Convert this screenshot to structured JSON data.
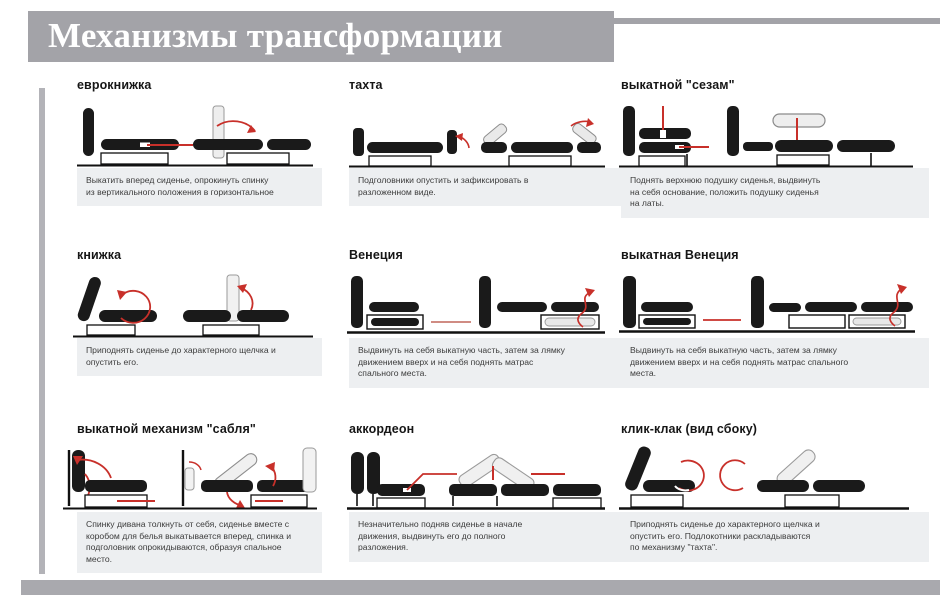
{
  "header": {
    "title": "Механизмы трансформации"
  },
  "colors": {
    "header_bar": "#a3a3a8",
    "rail": "#b3b3b8",
    "caption_bg": "#edeff1",
    "part_dark": "#1a1a1a",
    "part_light": "#e9e9e9",
    "arrow_red": "#c8302a",
    "floor": "#111111"
  },
  "cells": [
    {
      "id": "evroknizhka",
      "title": "еврокнижка",
      "caption": "Выкатить вперед сиденье, опрокинуть спинку\nиз вертикального положения в горизонтальное"
    },
    {
      "id": "tahta",
      "title": "тахта",
      "caption": "Подголовники опустить и зафиксировать в\nразложенном виде."
    },
    {
      "id": "vykatnoy-sezam",
      "title": "выкатной \"сезам\"",
      "caption": "Поднять верхнюю подушку сиденья, выдвинуть\nна себя основание, положить подушку сиденья\nна латы."
    },
    {
      "id": "knizhka",
      "title": "книжка",
      "caption": "Приподнять сиденье до характерного щелчка и\nопустить его."
    },
    {
      "id": "venetsiya",
      "title": "Венеция",
      "caption": "Выдвинуть на себя выкатную часть, затем за лямку\nдвижением вверх и на себя поднять матрас\nспального места."
    },
    {
      "id": "vykatnaya-venetsiya",
      "title": "выкатная Венеция",
      "caption": "Выдвинуть на себя выкатную часть, затем за  лямку\nдвижением вверх и на себя поднять матрас спального\nместа."
    },
    {
      "id": "vykatnoy-mehanizm-sablya",
      "title": "выкатной механизм \"сабля\"",
      "caption": "Спинку дивана толкнуть от себя, сиденье вместе с\nкоробом для белья выкатывается вперед, спинка и\nподголовник опрокидываются, образуя спальное\nместо."
    },
    {
      "id": "akkordeon",
      "title": "аккордеон",
      "caption": "Незначительно подняв сиденье в начале\nдвижения, выдвинуть его до полного\nразложения."
    },
    {
      "id": "klik-klak",
      "title": "клик-клак (вид сбоку)",
      "caption": "Приподнять сиденье до характерного щелчка и\nопустить его.  Подлокотники раскладываются\nпо механизму \"тахта\"."
    }
  ]
}
